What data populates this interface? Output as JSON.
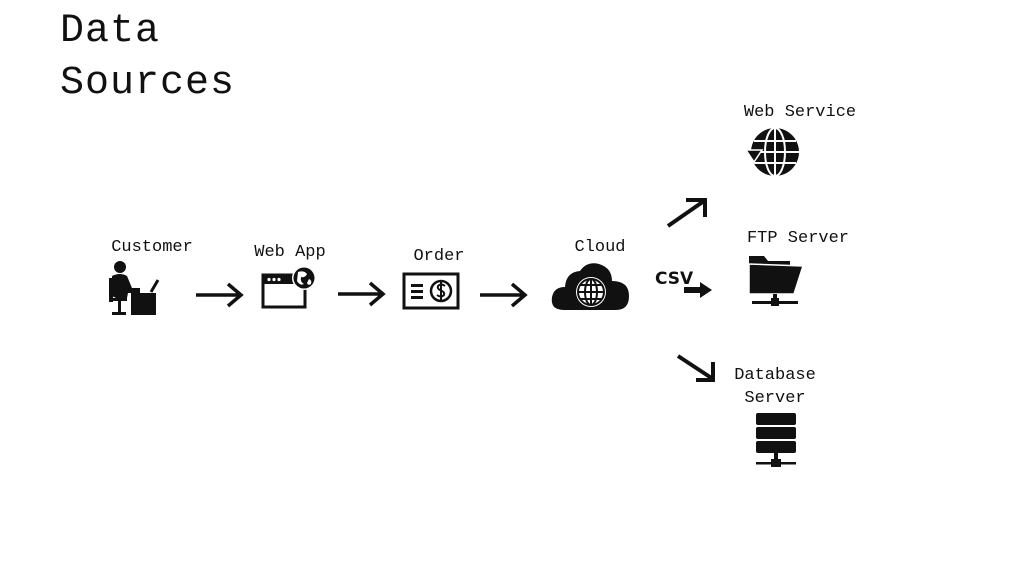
{
  "title": {
    "line1": "Data",
    "line2": "Sources"
  },
  "nodes": {
    "customer": "Customer",
    "web_app": "Web App",
    "order": "Order",
    "cloud": "Cloud",
    "web_service": "Web Service",
    "ftp_server": "FTP Server",
    "database_server_line1": "Database",
    "database_server_line2": "Server"
  },
  "connector": {
    "csv_label": "CSV"
  },
  "icons": {
    "customer": "person-at-desk-icon",
    "web_app": "browser-window-globe-icon",
    "order": "money-bill-icon",
    "cloud": "cloud-globe-icon",
    "web_service": "globe-arrow-icon",
    "ftp_server": "open-folder-network-icon",
    "database_server": "server-stack-icon"
  },
  "colors": {
    "ink": "#111111",
    "background": "#ffffff"
  }
}
